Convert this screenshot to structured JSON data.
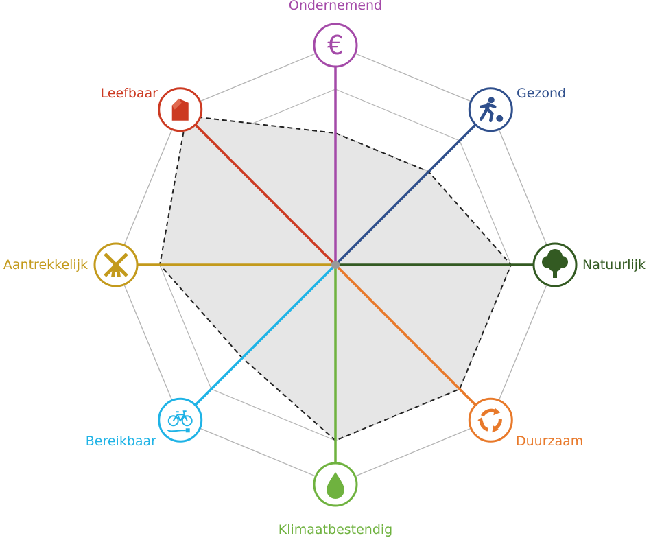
{
  "chart_data": {
    "type": "radar",
    "title": "",
    "scale_levels": 5,
    "max": 5,
    "axes": [
      {
        "label": "Ondernemend",
        "value": 3.0,
        "color": "#a44aa8",
        "icon": "euro-icon"
      },
      {
        "label": "Gezond",
        "value": 3.0,
        "color": "#2f4f8c",
        "icon": "football-player-icon"
      },
      {
        "label": "Natuurlijk",
        "value": 4.0,
        "color": "#335a22",
        "icon": "tree-icon"
      },
      {
        "label": "Duurzaam",
        "value": 4.0,
        "color": "#e8792a",
        "icon": "recycle-icon"
      },
      {
        "label": "Klimaatbestendig",
        "value": 4.0,
        "color": "#6fb23f",
        "icon": "water-drop-icon"
      },
      {
        "label": "Bereikbaar",
        "value": 3.0,
        "color": "#1fb3e6",
        "icon": "e-bike-icon"
      },
      {
        "label": "Aantrekkelijk",
        "value": 4.0,
        "color": "#c39a1c",
        "icon": "windmill-icon"
      },
      {
        "label": "Leefbaar",
        "value": 4.8,
        "color": "#cc3a22",
        "icon": "house-icon"
      }
    ],
    "series": [
      {
        "values": [
          3.0,
          3.0,
          4.0,
          4.0,
          4.0,
          3.0,
          4.0,
          4.8
        ]
      }
    ],
    "grid": true,
    "area_fill": "#e6e6e6",
    "outline_style": "dashed"
  },
  "labels": {
    "ondernemend": "Ondernemend",
    "gezond": "Gezond",
    "natuurlijk": "Natuurlijk",
    "duurzaam": "Duurzaam",
    "klimaatbestendig": "Klimaatbestendig",
    "bereikbaar": "Bereikbaar",
    "aantrekkelijk": "Aantrekkelijk",
    "leefbaar": "Leefbaar"
  }
}
